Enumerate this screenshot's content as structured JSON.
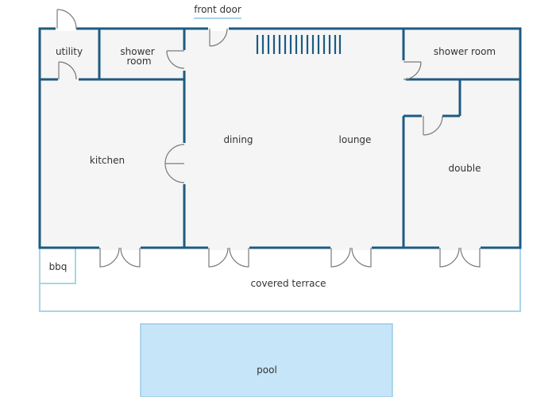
{
  "colors": {
    "wall": "#1d5b82",
    "floor": "#f5f5f5",
    "terrace_outline": "#a9d3ea",
    "pool_fill": "#c6e5f8",
    "door": "#7a7a7a",
    "text": "#333333"
  },
  "entrance": {
    "label": "front door"
  },
  "rooms": {
    "utility": "utility",
    "shower_room_left": [
      "shower",
      "room"
    ],
    "kitchen": "kitchen",
    "dining": "dining",
    "lounge": "lounge",
    "shower_room_right": "shower room",
    "double": "double",
    "bbq": "bbq",
    "covered_terrace": "covered terrace",
    "pool": "pool"
  },
  "icons": [
    "stairs-icon",
    "door-icon",
    "double-door-icon"
  ]
}
